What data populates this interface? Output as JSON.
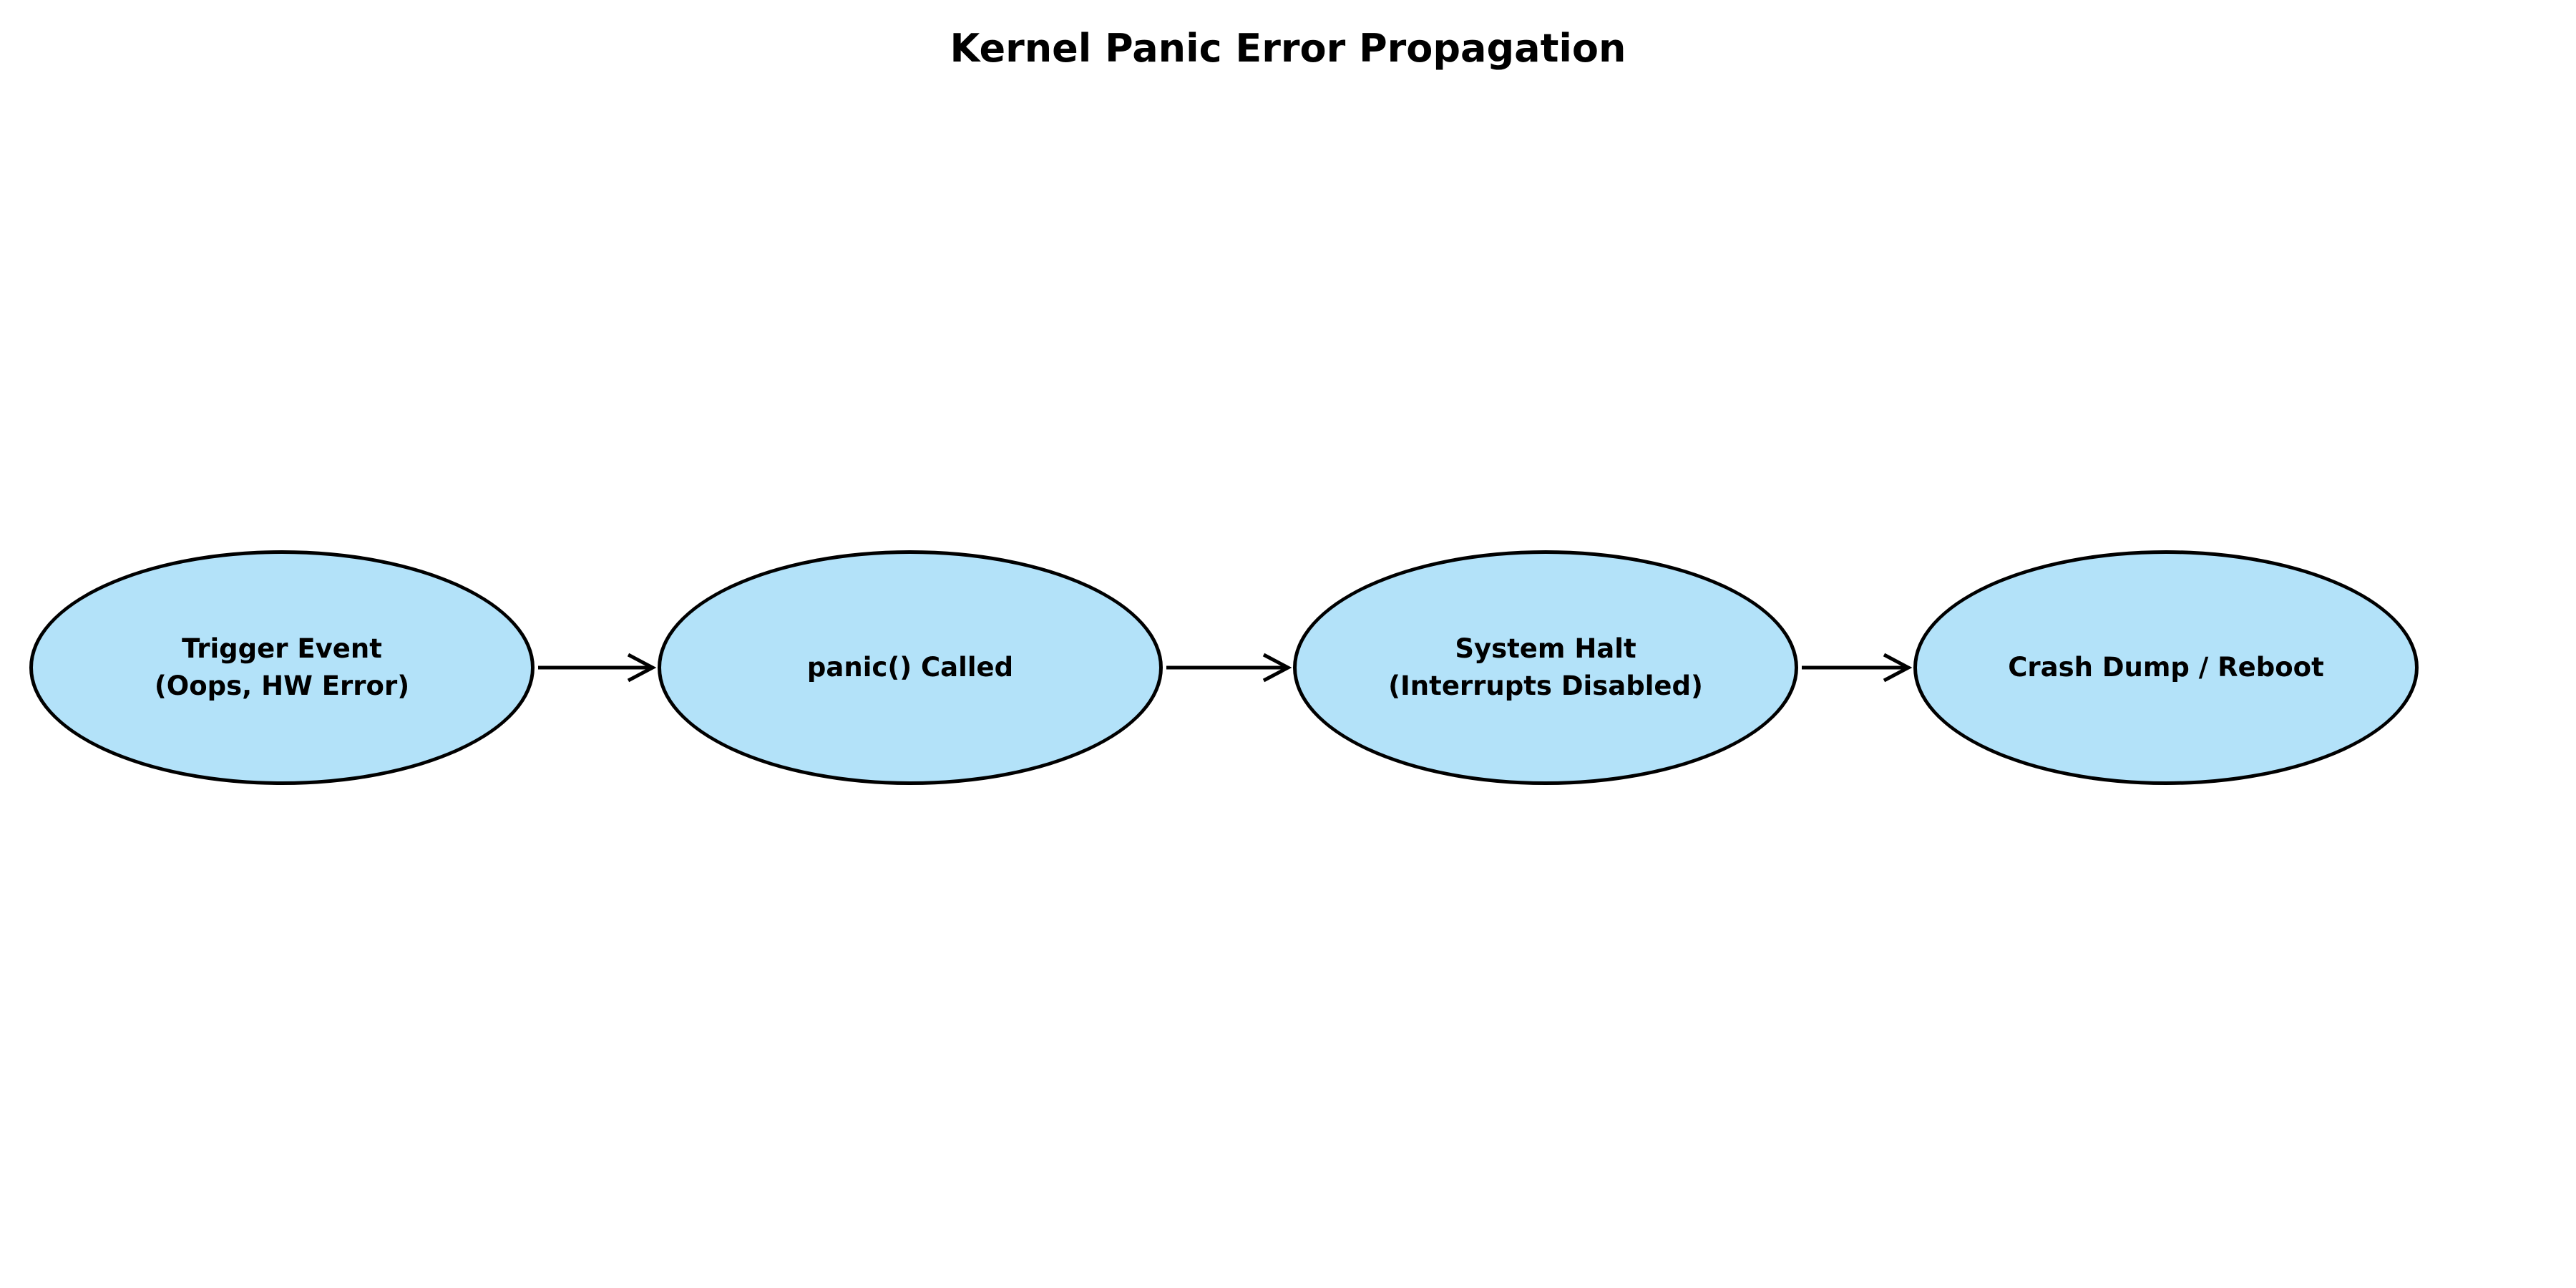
{
  "title": "Kernel Panic Error Propagation",
  "diagram": {
    "type": "flowchart",
    "direction": "left-to-right",
    "nodes": [
      {
        "id": "trigger-event",
        "shape": "ellipse",
        "label": "Trigger Event\n(Oops, HW Error)"
      },
      {
        "id": "panic-called",
        "shape": "ellipse",
        "label": "panic() Called"
      },
      {
        "id": "system-halt",
        "shape": "ellipse",
        "label": "System Halt\n(Interrupts Disabled)"
      },
      {
        "id": "crash-dump",
        "shape": "ellipse",
        "label": "Crash Dump / Reboot"
      }
    ],
    "edges": [
      {
        "from": "trigger-event",
        "to": "panic-called",
        "style": "arrow"
      },
      {
        "from": "panic-called",
        "to": "system-halt",
        "style": "arrow"
      },
      {
        "from": "system-halt",
        "to": "crash-dump",
        "style": "arrow"
      }
    ],
    "colors": {
      "background": "#FFFFFF",
      "node_fill": "#B3E2F9",
      "node_border": "#000000",
      "node_text": "#000000",
      "title_text": "#000000",
      "arrow": "#000000"
    }
  }
}
